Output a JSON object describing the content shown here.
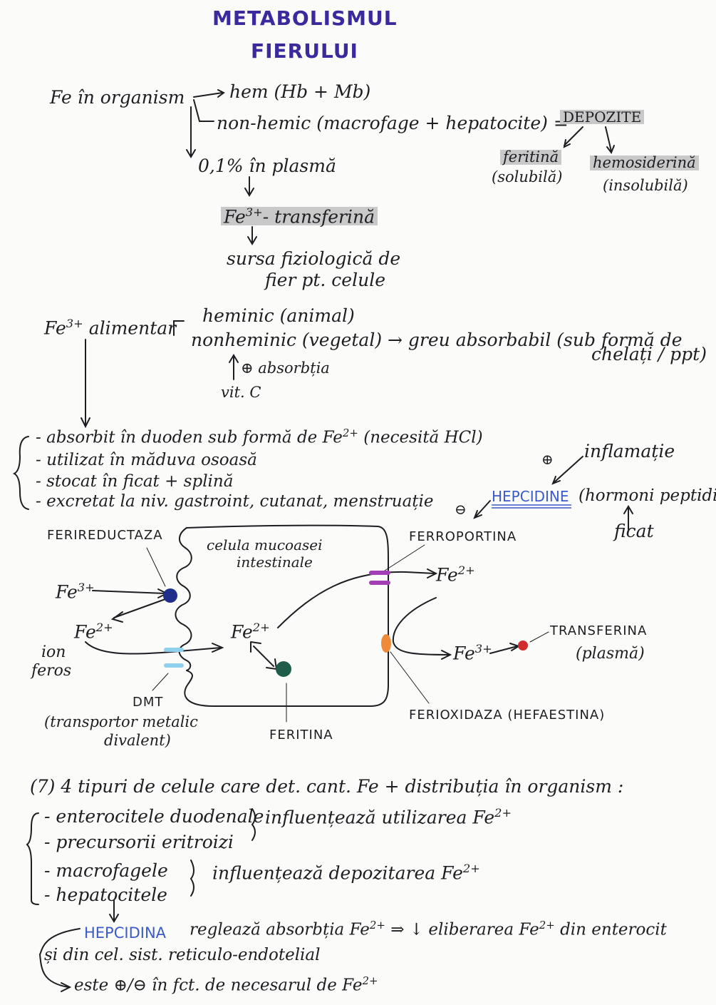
{
  "title": {
    "line1": "METABOLISMUL",
    "line2": "FIERULUI"
  },
  "organism": {
    "label": "Fe în organism",
    "hem": "hem (Hb + Mb)",
    "nonhem": "non-hemic (macrofage + hepatocite) =",
    "deposits": "DEPOZITE",
    "feritina": "feritină",
    "feritina_note": "(solubilă)",
    "hemosiderina": "hemosiderină",
    "hemosiderina_note": "(insolubilă)",
    "plasma": "0,1% în plasmă",
    "fe3": "Fe",
    "fe3_sup": "3+",
    "transferina": "- transferină",
    "source1": "sursa fiziologică de",
    "source2": "fier pt. celule"
  },
  "dietary": {
    "label": "Fe",
    "label_sup": "3+",
    "label_rest": "alimentar",
    "heminic": "heminic (animal)",
    "nonheminic": "nonheminic (vegetal) → greu absorbabil (sub formă de",
    "chelati": "chelați / ppt)",
    "absorption": "⊕ absorbția",
    "vitc": "vit. C"
  },
  "fate": {
    "l1": "- absorbit în duoden sub formă de Fe",
    "l1_sup": "2+",
    "l1_end": "(necesită HCl)",
    "l2": "- utilizat în măduva osoasă",
    "l3": "- stocat în ficat + splină",
    "l4": "- excretat la niv. gastroint, cutanat, menstruație",
    "inflamatie": "inflamație",
    "plus": "⊕",
    "minus": "⊖",
    "hepcidine": "HEPCIDINE",
    "hormoni": "(hormoni peptidici",
    "ficat": "ficat"
  },
  "diagram": {
    "ferireductaza": "FERIREDUCTAZA",
    "cell_title1": "celula mucoasei",
    "cell_title2": "intestinale",
    "ferroportina": "FERROPORTINA",
    "fe3_in": "Fe",
    "fe3_in_sup": "3+",
    "fe2_out": "Fe",
    "fe2_out_sup": "2+",
    "ion": "ion",
    "feros": "feros",
    "fe2_mid": "Fe",
    "fe2_mid_sup": "2+",
    "fe2_right": "Fe",
    "fe2_right_sup": "2+",
    "fe3_right": "Fe",
    "fe3_right_sup": "3+",
    "transferina": "TRANSFERINA",
    "plasma": "(plasmă)",
    "dmt": "DMT",
    "dmt_desc1": "(transportor metalic",
    "dmt_desc2": "divalent)",
    "feritina": "FERITINA",
    "ferioxidaza": "FERIOXIDAZA (HEFAESTINA)",
    "colors": {
      "ferireductaza": "#1f2f8a",
      "dmt": "#8fd0ef",
      "feritina": "#1f5c4a",
      "ferroportina": "#a23fb4",
      "ferioxidaza": "#ef8a3a",
      "transferina": "#d12b2b"
    }
  },
  "cells": {
    "intro": "(7) 4 tipuri de celule care det. cant. Fe + distribuția în organism :",
    "c1": "- enterocitele duodenale",
    "c2": "- precursorii eritroizi",
    "g1": "influențează utilizarea Fe",
    "g1_sup": "2+",
    "c3": "- macrofagele",
    "c4": "- hepatocitele",
    "g2": "influențează depozitarea Fe",
    "g2_sup": "2+",
    "hep": "HEPCIDINA",
    "reg": "reglează absorbția Fe",
    "reg_sup": "2+",
    "reg_end": "⇒ ↓ eliberarea Fe",
    "reg_end_sup": "2+",
    "reg_tail": "din enterocit",
    "din": "și din cel. sist. reticulo-endotelial",
    "este": "este ⊕/⊖ în fct. de necesarul de Fe",
    "este_sup": "2+"
  }
}
